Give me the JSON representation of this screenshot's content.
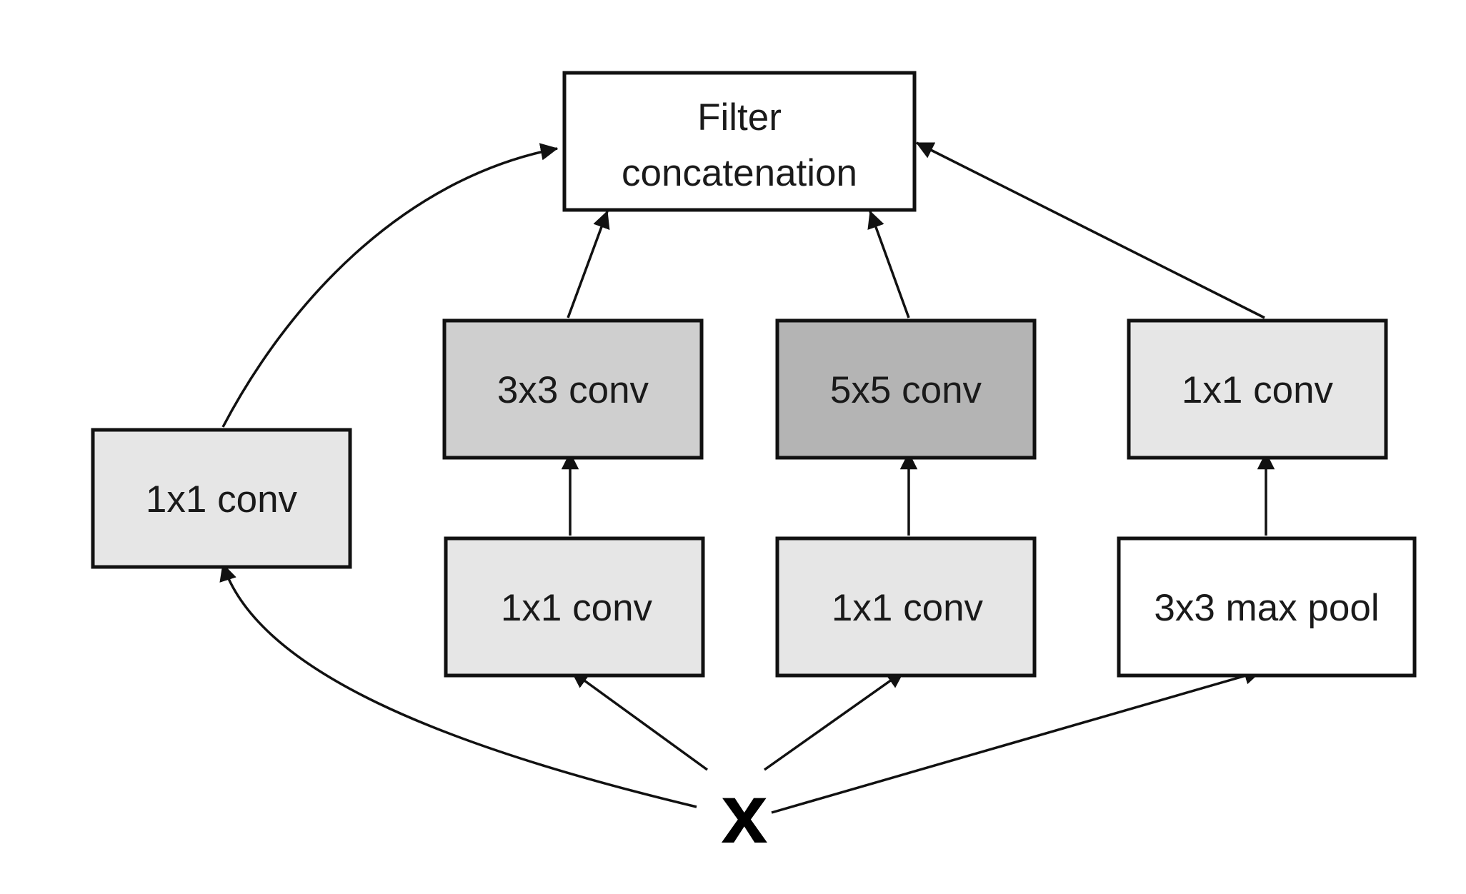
{
  "nodes": {
    "concat": {
      "line1": "Filter",
      "line2": "concatenation",
      "fill": "#ffffff"
    },
    "conv1x1_left": {
      "label": "1x1 conv",
      "fill": "#e6e6e6"
    },
    "conv3x3": {
      "label": "3x3 conv",
      "fill": "#cfcfcf"
    },
    "conv5x5": {
      "label": "5x5 conv",
      "fill": "#b4b4b4"
    },
    "conv1x1_right": {
      "label": "1x1 conv",
      "fill": "#e6e6e6"
    },
    "reduce_3x3": {
      "label": "1x1 conv",
      "fill": "#e6e6e6"
    },
    "reduce_5x5": {
      "label": "1x1 conv",
      "fill": "#e6e6e6"
    },
    "maxpool": {
      "label": "3x3 max pool",
      "fill": "#ffffff"
    },
    "input": {
      "label": "x"
    }
  },
  "edges": [
    {
      "from": "input",
      "to": "conv1x1_left"
    },
    {
      "from": "input",
      "to": "reduce_3x3"
    },
    {
      "from": "input",
      "to": "reduce_5x5"
    },
    {
      "from": "input",
      "to": "maxpool"
    },
    {
      "from": "reduce_3x3",
      "to": "conv3x3"
    },
    {
      "from": "reduce_5x5",
      "to": "conv5x5"
    },
    {
      "from": "maxpool",
      "to": "conv1x1_right"
    },
    {
      "from": "conv1x1_left",
      "to": "concat"
    },
    {
      "from": "conv3x3",
      "to": "concat"
    },
    {
      "from": "conv5x5",
      "to": "concat"
    },
    {
      "from": "conv1x1_right",
      "to": "concat"
    }
  ],
  "colors": {
    "stroke": "#111111",
    "background": "#ffffff"
  }
}
